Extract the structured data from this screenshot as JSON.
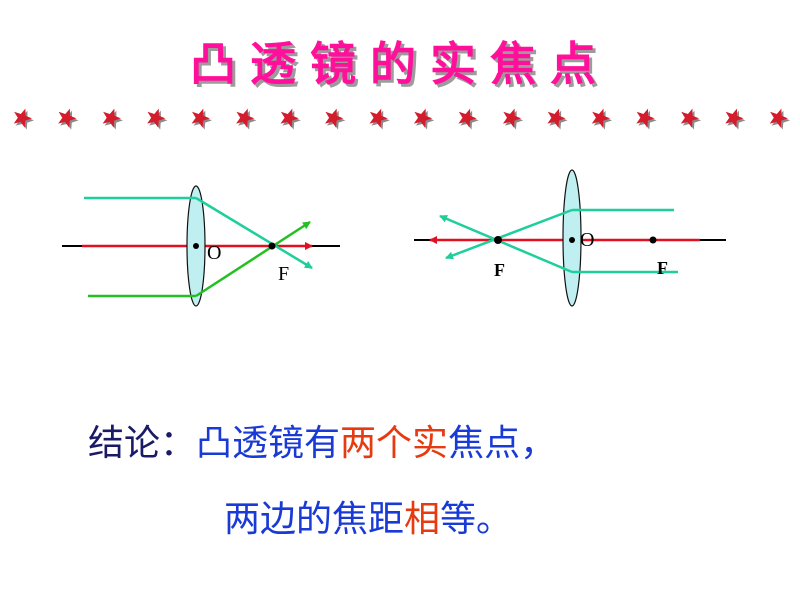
{
  "title": "凸透镜的实焦点",
  "colors": {
    "title": "#ff0f9a",
    "star": "#d41c2c",
    "axis": "#000000",
    "red_ray": "#e01020",
    "teal_ray": "#1fcf9b",
    "green_ray": "#22c022",
    "lens_fill": "#bfeff0",
    "conclusion_label": "#1a1a66",
    "text_blue": "#1a3ad6",
    "text_red": "#e63a10"
  },
  "stars": {
    "count": 18,
    "icon": "five-point-star-icon"
  },
  "diagram_left": {
    "center_label": "O",
    "focus_label": "F"
  },
  "diagram_right": {
    "center_label": "O",
    "focus_left_label": "F",
    "focus_right_label": "F"
  },
  "conclusion": {
    "label": "结论：",
    "line1": [
      {
        "text": "凸透镜有",
        "color": "blue"
      },
      {
        "text": "两个",
        "color": "red"
      },
      {
        "text": "实",
        "color": "red"
      },
      {
        "text": "焦点，",
        "color": "blue"
      }
    ],
    "line2": [
      {
        "text": "两边的焦距",
        "color": "blue"
      },
      {
        "text": "相",
        "color": "red"
      },
      {
        "text": "等。",
        "color": "blue"
      }
    ]
  }
}
